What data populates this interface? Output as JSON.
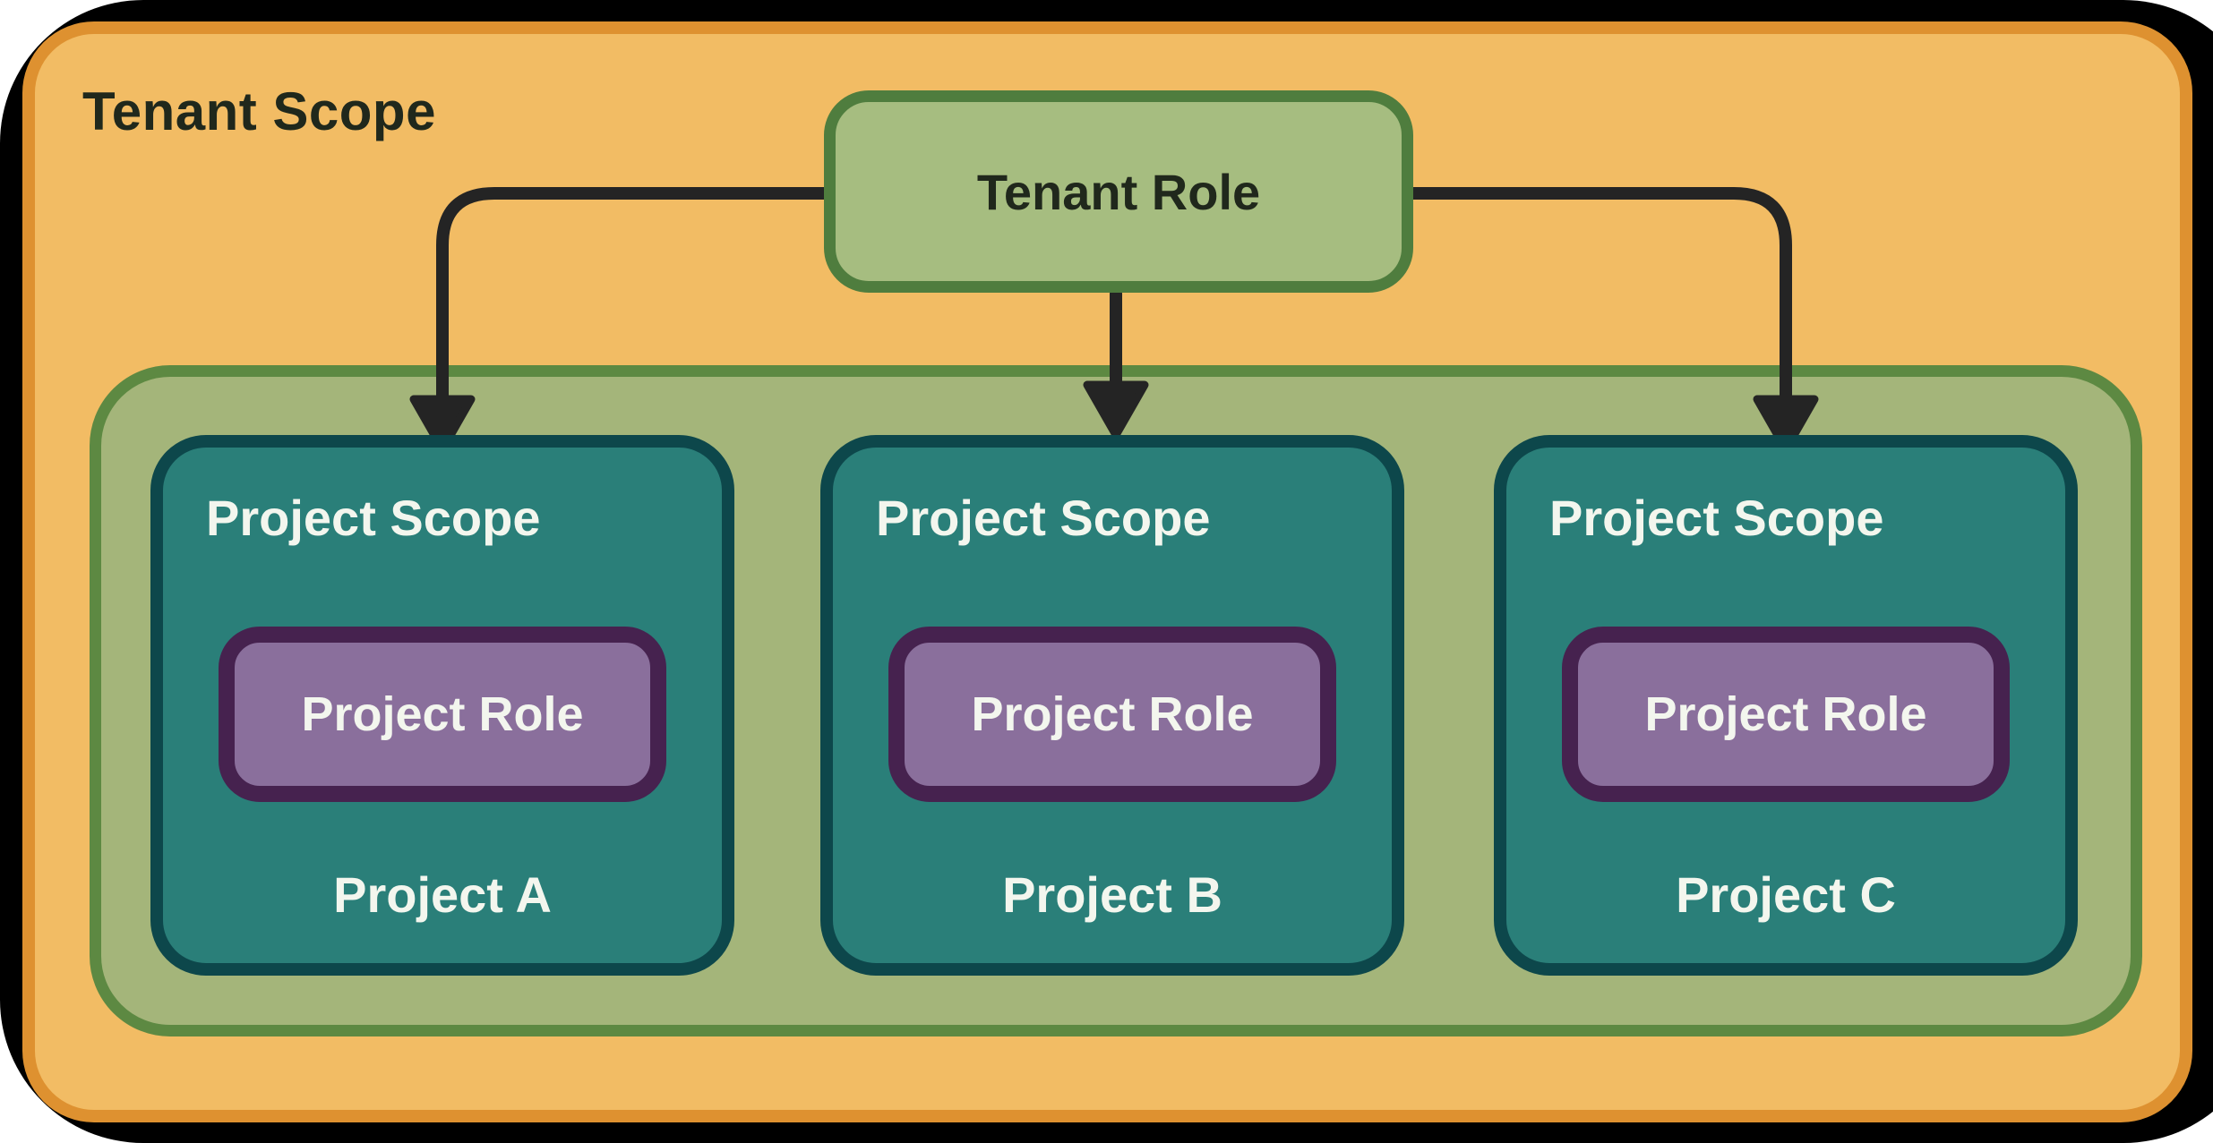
{
  "diagram": {
    "tenant_scope": {
      "label": "Tenant Scope"
    },
    "tenant_role": {
      "label": "Tenant Role"
    },
    "projects": [
      {
        "scope_label": "Project Scope",
        "role_label": "Project Role",
        "name": "Project A"
      },
      {
        "scope_label": "Project Scope",
        "role_label": "Project Role",
        "name": "Project B"
      },
      {
        "scope_label": "Project Scope",
        "role_label": "Project Role",
        "name": "Project C"
      }
    ],
    "edges": [
      {
        "from": "tenant-role",
        "to": "project-scope-a"
      },
      {
        "from": "tenant-role",
        "to": "project-scope-b"
      },
      {
        "from": "tenant-role",
        "to": "project-scope-c"
      }
    ],
    "colors": {
      "frame": "#000000",
      "tenant_scope_fill": "#f2bc64",
      "tenant_scope_border": "#de9130",
      "tenant_role_fill": "#a6bd80",
      "tenant_role_border": "#4f7d3e",
      "project_container_fill": "#a4b57a",
      "project_container_border": "#5d8942",
      "project_scope_fill": "#2a7f79",
      "project_scope_border": "#0d474b",
      "project_role_fill": "#8a6f9c",
      "project_role_border": "#46224f",
      "arrow": "#242424",
      "text_dark": "#20281c",
      "text_light": "#f3f6ee"
    }
  }
}
